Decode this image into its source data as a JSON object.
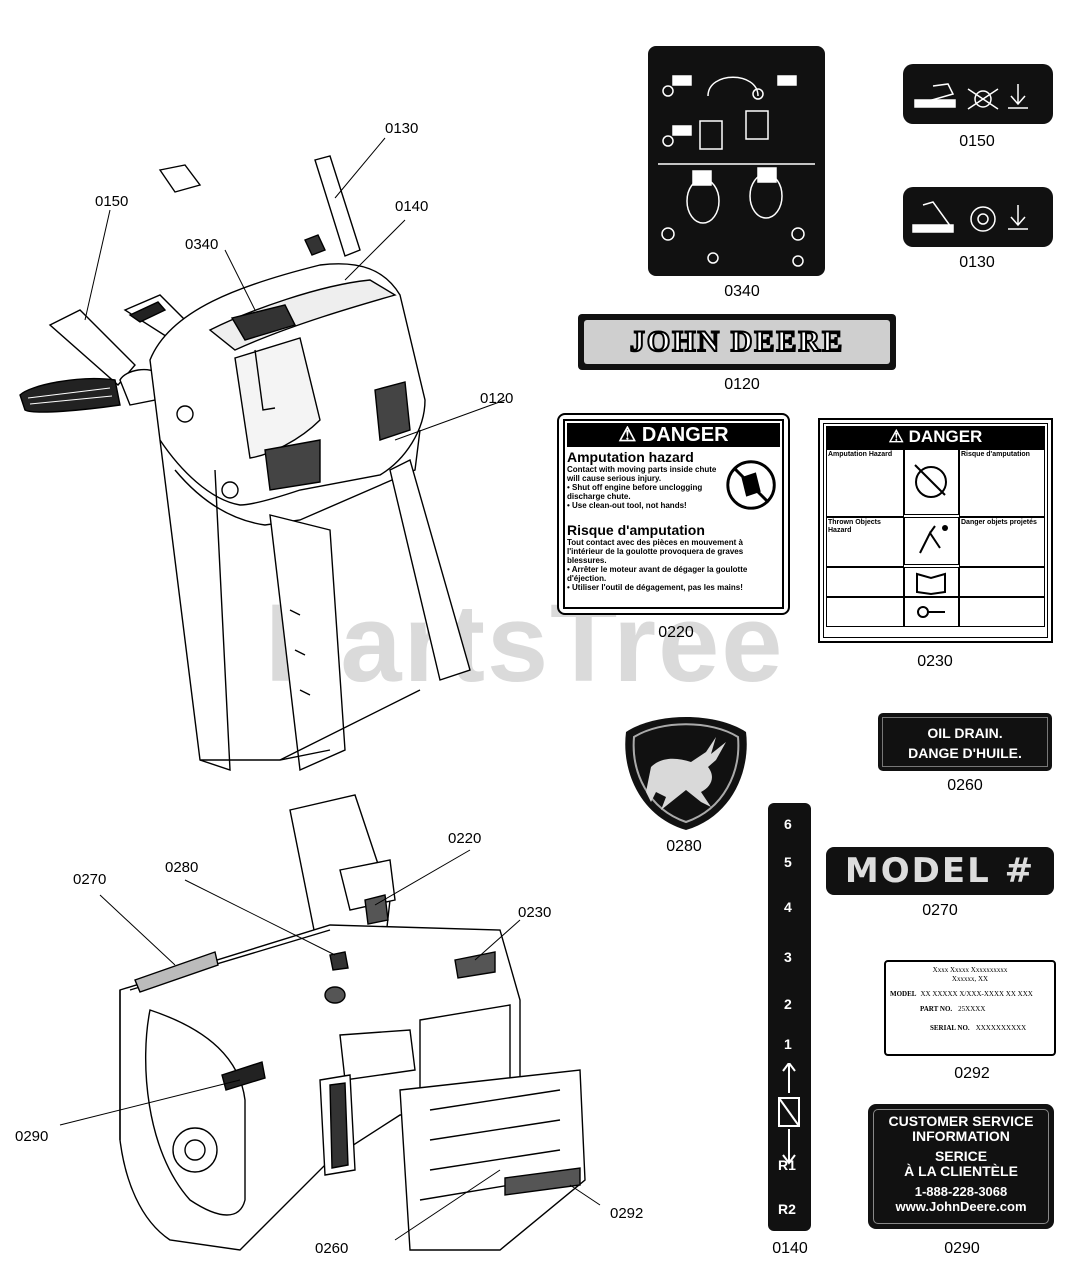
{
  "watermark": "PartsTree",
  "callouts": {
    "c0130_top": "0130",
    "c0150_top": "0150",
    "c0140_top": "0140",
    "c0340_top": "0340",
    "c0120_top": "0120",
    "c0220_bot": "0220",
    "c0270_bot": "0270",
    "c0280_bot": "0280",
    "c0230_bot": "0230",
    "c0290_bot": "0290",
    "c0292_bot": "0292",
    "c0260_bot": "0260"
  },
  "captions": {
    "d0340": "0340",
    "d0150": "0150",
    "d0130": "0130",
    "d0120": "0120",
    "d0220": "0220",
    "d0230": "0230",
    "d0280": "0280",
    "d0260": "0260",
    "d0270": "0270",
    "d0292": "0292",
    "d0140": "0140",
    "d0290": "0290"
  },
  "decals": {
    "john_deere": "JOHN DEERE",
    "oil_drain_en": "OIL DRAIN.",
    "oil_drain_fr": "DANGE D'HUILE.",
    "model": "MODEL #",
    "serial_plate": {
      "line1": "Xxxx Xxxxx Xxxxxxxxxx",
      "line2": "Xxxxxx, XX",
      "model_label": "MODEL",
      "model_value": "XX XXXXX X/XXX-XXXX XX XXX",
      "part_label": "PART NO.",
      "part_value": "25XXXX",
      "serial_label": "SERIAL NO.",
      "serial_value": "XXXXXXXXXX"
    },
    "customer_service": {
      "line1": "CUSTOMER SERVICE",
      "line2": "INFORMATION",
      "line3": "SERICE",
      "line4": "À LA CLIENTÈLE",
      "phone": "1-888-228-3068",
      "web": "www.JohnDeere.com"
    },
    "chute_scale": [
      "6",
      "5",
      "4",
      "3",
      "2",
      "1",
      "R1",
      "R2"
    ],
    "danger_220": {
      "header": "DANGER",
      "title_en": "Amputation hazard",
      "body_en": "Contact with moving parts inside chute will cause serious injury.",
      "bullet1_en": "• Shut off engine before unclogging discharge chute.",
      "bullet2_en": "• Use clean-out tool, not hands!",
      "title_fr": "Risque d'amputation",
      "body_fr": "Tout contact avec des pièces en mouvement à l'intérieur de la goulotte provoquera de graves blessures.",
      "bullet1_fr": "• Arrêter le moteur avant de dégager la goulotte d'éjection.",
      "bullet2_fr": "• Utiliser l'outil de dégagement, pas les mains!"
    },
    "danger_230": {
      "header": "DANGER",
      "r1_left": "Amputation Hazard",
      "r1_right": "Risque d'amputation",
      "r2_left": "Thrown Objects Hazard",
      "r2_right": "Danger objets projetés"
    }
  }
}
